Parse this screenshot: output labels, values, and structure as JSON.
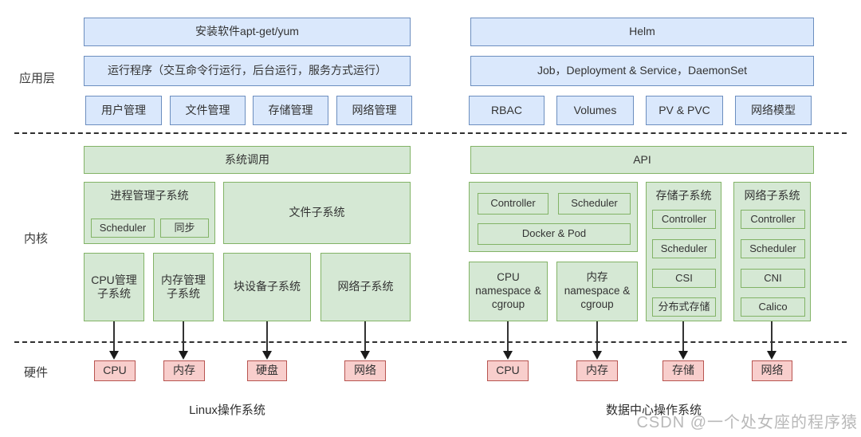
{
  "layers": {
    "app": "应用层",
    "kernel": "内核",
    "hardware": "硬件"
  },
  "linux": {
    "caption": "Linux操作系统",
    "install": "安装软件apt-get/yum",
    "run": "运行程序（交互命令行运行，后台运行，服务方式运行）",
    "mgmt": [
      "用户管理",
      "文件管理",
      "存储管理",
      "网络管理"
    ],
    "syscall": "系统调用",
    "process_title": "进程管理子系统",
    "process_children": [
      "Scheduler",
      "同步"
    ],
    "file_subsystem": "文件子系统",
    "subsystems": [
      "CPU管理子系统",
      "内存管理子系统",
      "块设备子系统",
      "网络子系统"
    ],
    "hardware": [
      "CPU",
      "内存",
      "硬盘",
      "网络"
    ]
  },
  "dcos": {
    "caption": "数据中心操作系统",
    "helm": "Helm",
    "workloads": "Job，Deployment & Service，DaemonSet",
    "resources": [
      "RBAC",
      "Volumes",
      "PV & PVC",
      "网络模型"
    ],
    "api": "API",
    "control_children": [
      "Controller",
      "Scheduler"
    ],
    "docker_pod": "Docker & Pod",
    "storage_title": "存储子系统",
    "storage_children": [
      "Controller",
      "Scheduler",
      "CSI",
      "分布式存储"
    ],
    "network_title": "网络子系统",
    "network_children": [
      "Controller",
      "Scheduler",
      "CNI",
      "Calico"
    ],
    "cpu_ns": "CPU namespace & cgroup",
    "mem_ns": "内存 namespace & cgroup",
    "hardware": [
      "CPU",
      "内存",
      "存储",
      "网络"
    ]
  },
  "watermark": "CSDN @一个处女座的程序猿",
  "colors": {
    "app_fill": "#dae8fc",
    "app_border": "#6c8ebf",
    "kernel_fill": "#d5e8d4",
    "kernel_border": "#82b366",
    "hardware_fill": "#f8cecc",
    "hardware_border": "#b85450"
  }
}
